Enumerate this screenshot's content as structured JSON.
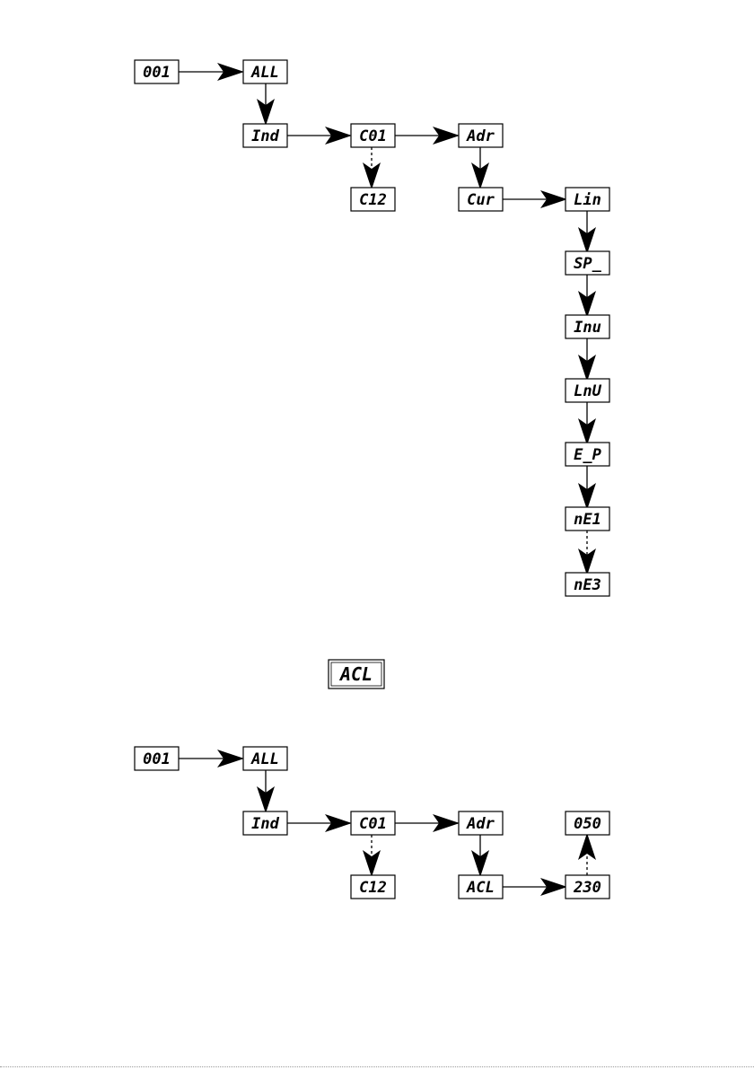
{
  "diagram1": {
    "nodes": {
      "a1": "001",
      "a2": "ALL",
      "a3": "Ind",
      "a4": "C01",
      "a5": "Adr",
      "a6": "C12",
      "a7": "Cur",
      "a8": "Lin",
      "a9": "SP_",
      "a10": "Inu",
      "a11": "LnU",
      "a12": "E_P",
      "a13": "nE1",
      "a14": "nE3"
    }
  },
  "standalone": {
    "label": "ACL"
  },
  "diagram2": {
    "nodes": {
      "b1": "001",
      "b2": "ALL",
      "b3": "Ind",
      "b4": "C01",
      "b5": "Adr",
      "b6": "C12",
      "b7": "ACL",
      "b8": "230",
      "b9": "050"
    }
  },
  "colors": {
    "display_border": "#000000",
    "lit_segment": "#000000",
    "dim_segment": "#c8c8c8",
    "arrow": "#000000"
  }
}
